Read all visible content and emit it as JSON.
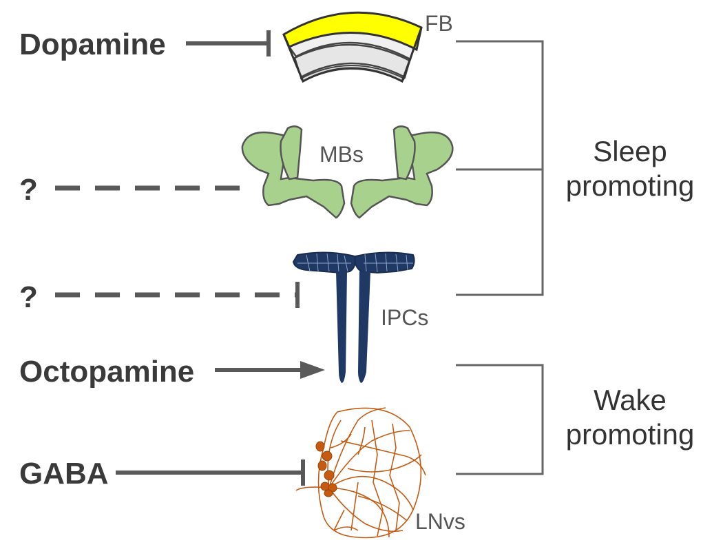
{
  "inputs": {
    "dopamine": "Dopamine",
    "unknown_mb": "?",
    "unknown_ipc": "?",
    "octopamine": "Octopamine",
    "gaba": "GABA"
  },
  "regions": {
    "fb": "FB",
    "mbs": "MBs",
    "ipcs": "IPCs",
    "lnvs": "LNvs"
  },
  "groups": {
    "sleep_line1": "Sleep",
    "sleep_line2": "promoting",
    "wake_line1": "Wake",
    "wake_line2": "promoting"
  },
  "colors": {
    "line": "#595959",
    "fb_yellow": "#ffff00",
    "fb_gray": "#e6e6e6",
    "mb_green": "#a9d18e",
    "ipc_navy": "#1f3864",
    "lnv_orange": "#c55a11"
  }
}
